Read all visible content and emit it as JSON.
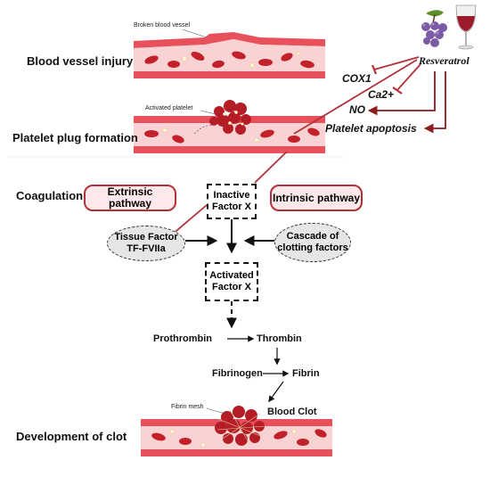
{
  "labels": {
    "broken_vessel": "Broken blood vessel",
    "activated_platelet": "Activated platelet",
    "fibrin_mesh": "Fibrin mesh"
  },
  "stages": {
    "injury": "Blood vessel injury",
    "plug": "Platelet plug formation",
    "coagulation": "Coagulation",
    "clot": "Development of clot"
  },
  "resveratrol": {
    "name": "Resveratrol",
    "targets": [
      "COX1",
      "Ca2+",
      "NO",
      "Platelet apoptosis"
    ]
  },
  "pathway": {
    "extrinsic": "Extrinsic pathway",
    "intrinsic": "Intrinsic pathway",
    "inactive_factor": [
      "Inactive",
      "Factor X"
    ],
    "tissue_factor": [
      "Tissue Factor",
      "TF-FVIIa"
    ],
    "cascade": [
      "Cascade of",
      "clotting factors"
    ],
    "activated_factor": [
      "Activated",
      "Factor X"
    ],
    "prothrombin": "Prothrombin",
    "thrombin": "Thrombin",
    "fibrinogen": "Fibrinogen",
    "fibrin": "Fibrin",
    "blood_clot": "Blood Clot"
  },
  "colors": {
    "inhibit_line": "#b2323a",
    "promote_arrow": "#8e1b1e",
    "vessel_wall": "#e8505b",
    "vessel_lumen": "#f9d3d3",
    "rbc": "#c3212a"
  }
}
